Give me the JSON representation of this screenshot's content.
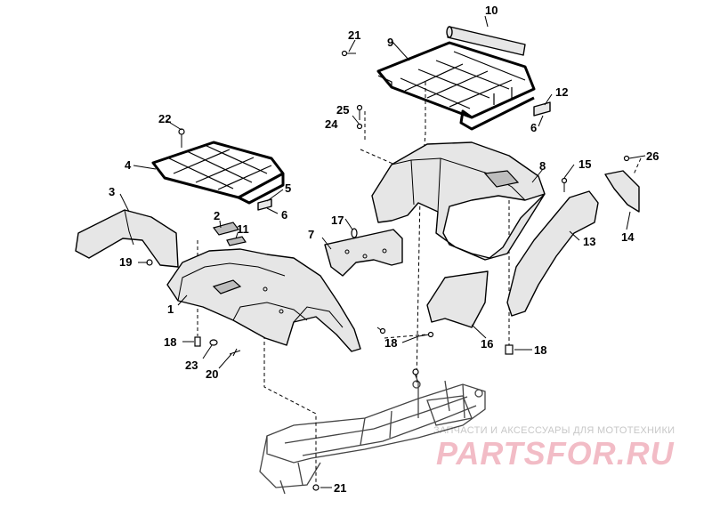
{
  "callouts": {
    "c1": "1",
    "c2": "2",
    "c3": "3",
    "c4": "4",
    "c5": "5",
    "c6a": "6",
    "c6b": "6",
    "c7": "7",
    "c8": "8",
    "c9": "9",
    "c10": "10",
    "c11": "11",
    "c12": "12",
    "c13": "13",
    "c14": "14",
    "c15": "15",
    "c16": "16",
    "c17": "17",
    "c18a": "18",
    "c18b": "18",
    "c18c": "18",
    "c19": "19",
    "c20": "20",
    "c21a": "21",
    "c21b": "21",
    "c22": "22",
    "c23": "23",
    "c24": "24",
    "c25": "25",
    "c26": "26"
  },
  "watermark": {
    "tagline": "ЗАПЧАСТИ И АКСЕССУАРЫ ДЛЯ МОТОТЕХНИКИ",
    "brand": "PARTSFOR.RU"
  }
}
